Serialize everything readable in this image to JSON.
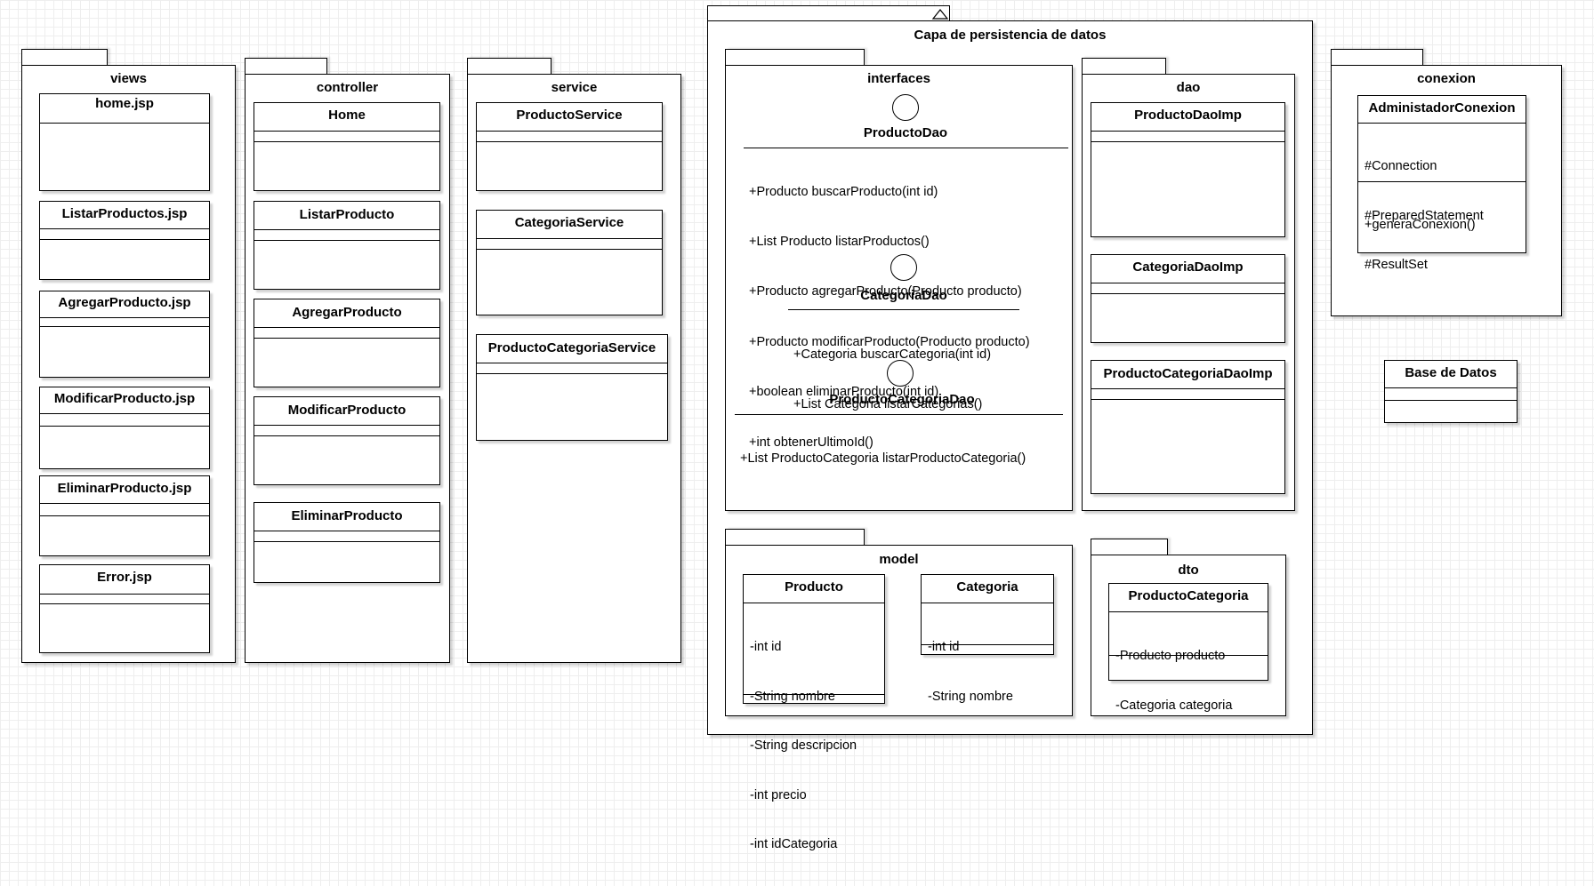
{
  "packages": {
    "views": {
      "title": "views",
      "classes": [
        "home.jsp",
        "ListarProductos.jsp",
        "AgregarProducto.jsp",
        "ModificarProducto.jsp",
        "EliminarProducto.jsp",
        "Error.jsp"
      ]
    },
    "controller": {
      "title": "controller",
      "classes": [
        "Home",
        "ListarProducto",
        "AgregarProducto",
        "ModificarProducto",
        "EliminarProducto"
      ]
    },
    "service": {
      "title": "service",
      "classes": [
        "ProductoService",
        "CategoriaService",
        "ProductoCategoriaService"
      ]
    },
    "persistence": {
      "title": "Capa de persistencia de datos",
      "interfaces": {
        "title": "interfaces",
        "items": [
          {
            "name": "ProductoDao",
            "operations": [
              "+Producto buscarProducto(int id)",
              "+List Producto listarProductos()",
              "+Producto agregarProducto(Producto producto)",
              "+Producto modificarProducto(Producto producto)",
              "+boolean eliminarProducto(int id)",
              "+int obtenerUltimoId()"
            ]
          },
          {
            "name": "CategoriaDao",
            "operations": [
              "+Categoria buscarCategoria(int id)",
              "+List Categoria listarCategorias()"
            ]
          },
          {
            "name": "ProductoCategoriaDao",
            "operations": [
              "+List ProductoCategoria listarProductoCategoria()"
            ]
          }
        ]
      },
      "dao": {
        "title": "dao",
        "classes": [
          "ProductoDaoImp",
          "CategoriaDaoImp",
          "ProductoCategoriaDaoImp"
        ]
      },
      "model": {
        "title": "model",
        "classes": [
          {
            "name": "Producto",
            "attributes": [
              "-int id",
              "-String nombre",
              "-String descripcion",
              "-int precio",
              "-int idCategoria"
            ]
          },
          {
            "name": "Categoria",
            "attributes": [
              "-int id",
              "-String nombre"
            ]
          }
        ]
      },
      "dto": {
        "title": "dto",
        "classes": [
          {
            "name": "ProductoCategoria",
            "attributes": [
              "-Producto producto",
              "-Categoria categoria"
            ]
          }
        ]
      }
    },
    "conexion": {
      "title": "conexion",
      "class": {
        "name": "AdministadorConexion",
        "attributes": [
          "#Connection",
          "#PreparedStatement",
          "#ResultSet"
        ],
        "operations": [
          "+generaConexion()"
        ]
      }
    }
  },
  "standalone": {
    "base_de_datos": "Base de Datos"
  }
}
